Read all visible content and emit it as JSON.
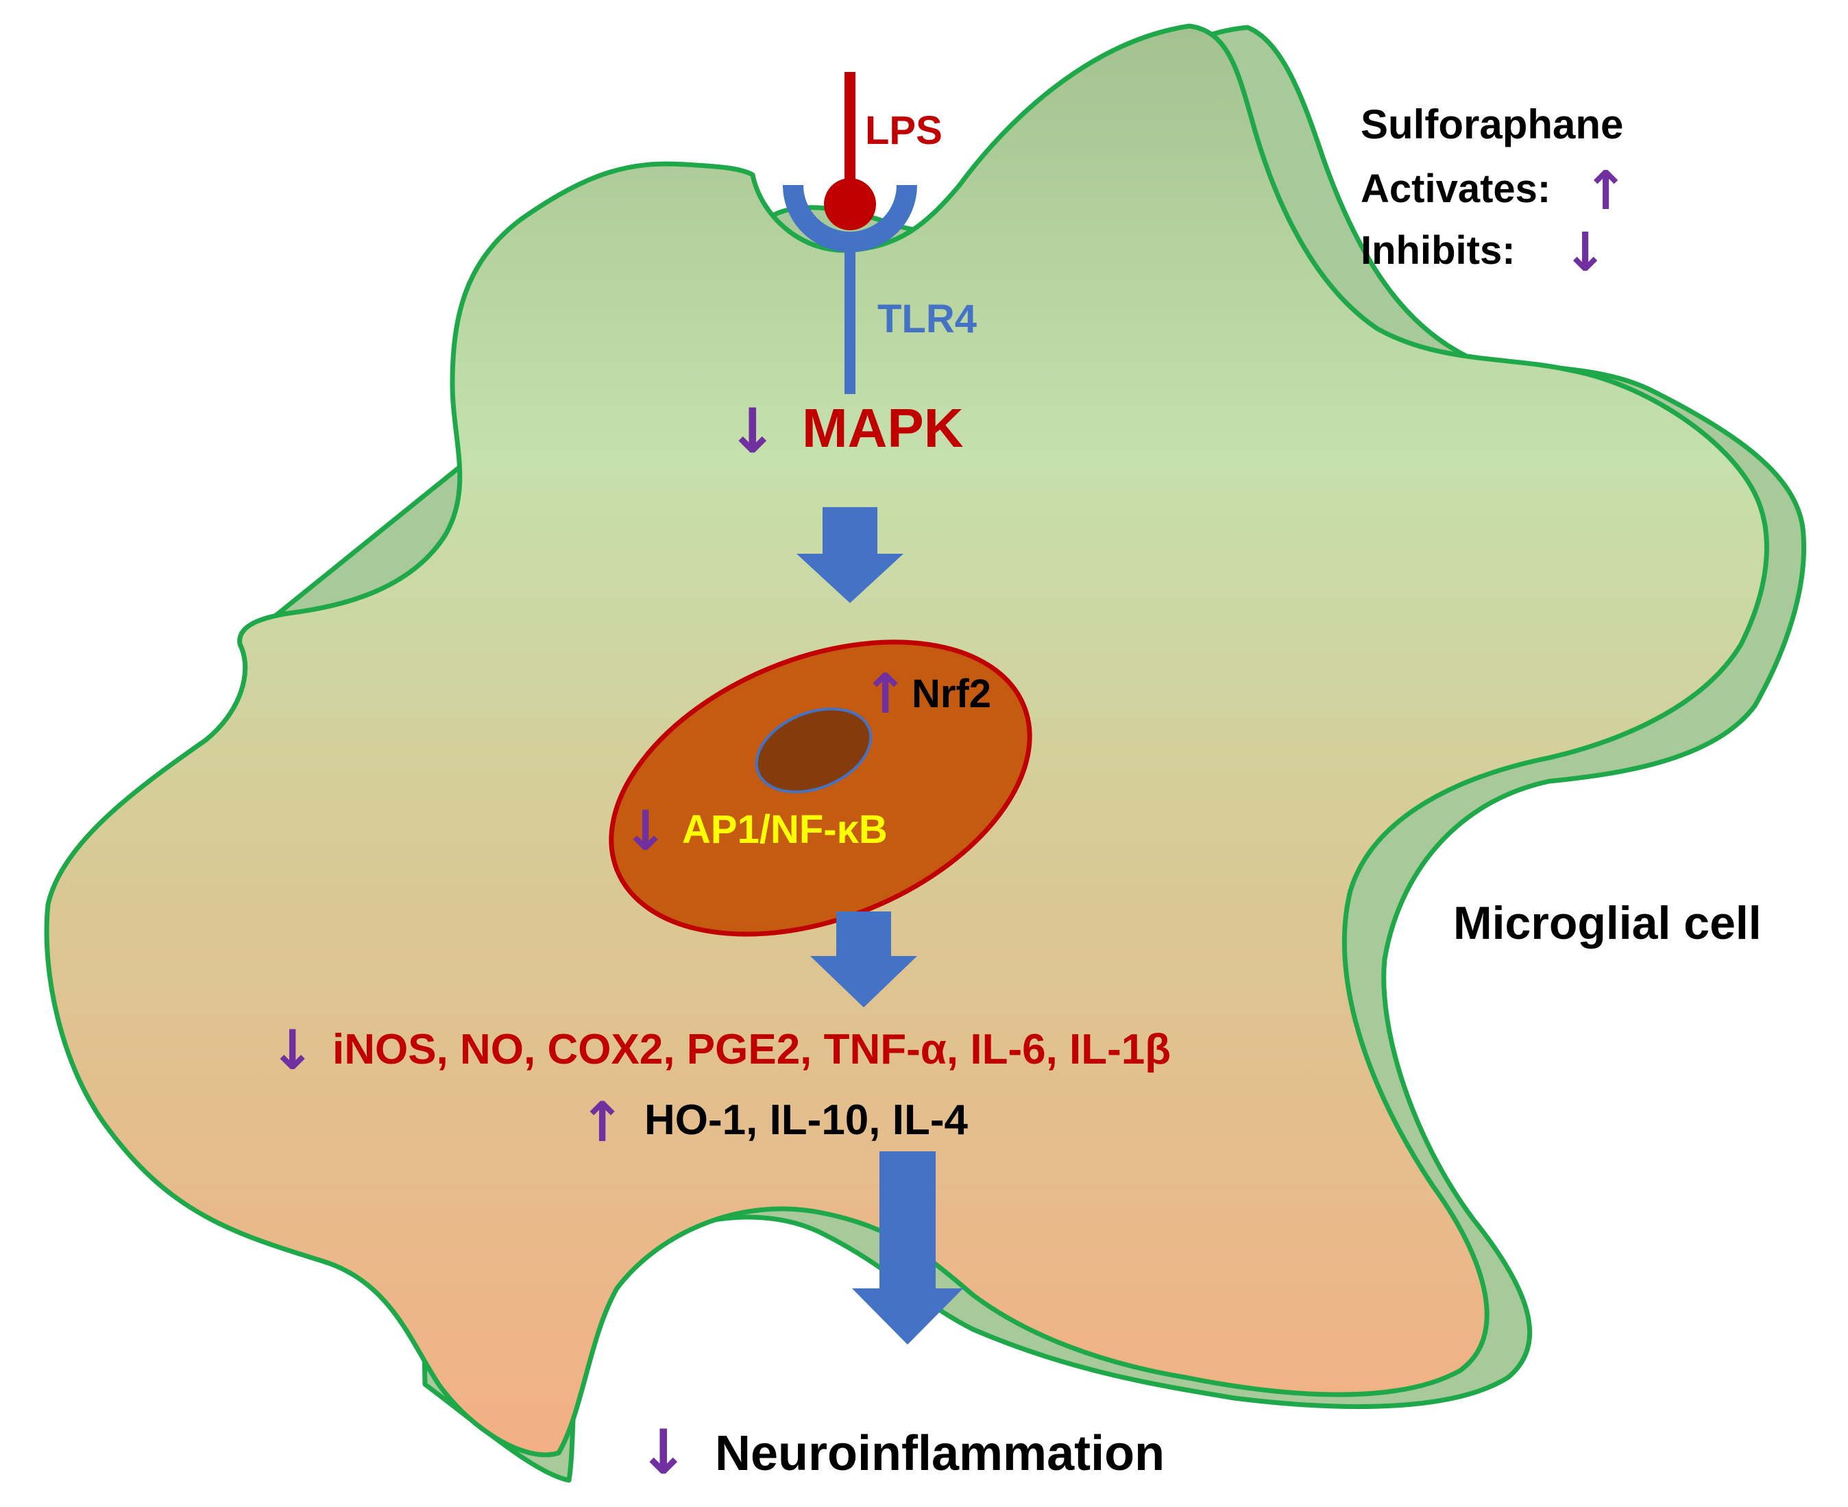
{
  "legend": {
    "title": "Sulforaphane",
    "activates_label": "Activates:",
    "inhibits_label": "Inhibits:"
  },
  "labels": {
    "lps": "LPS",
    "tlr4": "TLR4",
    "mapk": "MAPK",
    "nrf2": "Nrf2",
    "ap1_nfkb": "AP1/NF-κB",
    "pro_inflammatory": "iNOS, NO, COX2, PGE2, TNF-α, IL-6, IL-1β",
    "anti_inflammatory": "HO-1, IL-10, IL-4",
    "cell": "Microglial cell",
    "outcome": "Neuroinflammation"
  },
  "glyphs": {
    "up": "↑",
    "down": "↓"
  },
  "colors": {
    "cell_outline": "#1fa84a",
    "cell_shadow_fill": "#a8c99a",
    "cell_gradient_top": "#a3c28f",
    "cell_gradient_mid": "#c5e0ad",
    "cell_gradient_bottom": "#f2b084",
    "nucleus_fill": "#c55a11",
    "nucleus_outline": "#c00000",
    "nucleolus_fill": "#843c0c",
    "nucleolus_outline": "#4472c4",
    "block_arrow": "#4472c4",
    "receptor": "#4472c4",
    "ligand": "#c00000",
    "regulation_arrow": "#7030a0",
    "text_red": "#c00000",
    "text_blue": "#4472c4",
    "text_yellow": "#ffff00",
    "text_black": "#000000"
  }
}
